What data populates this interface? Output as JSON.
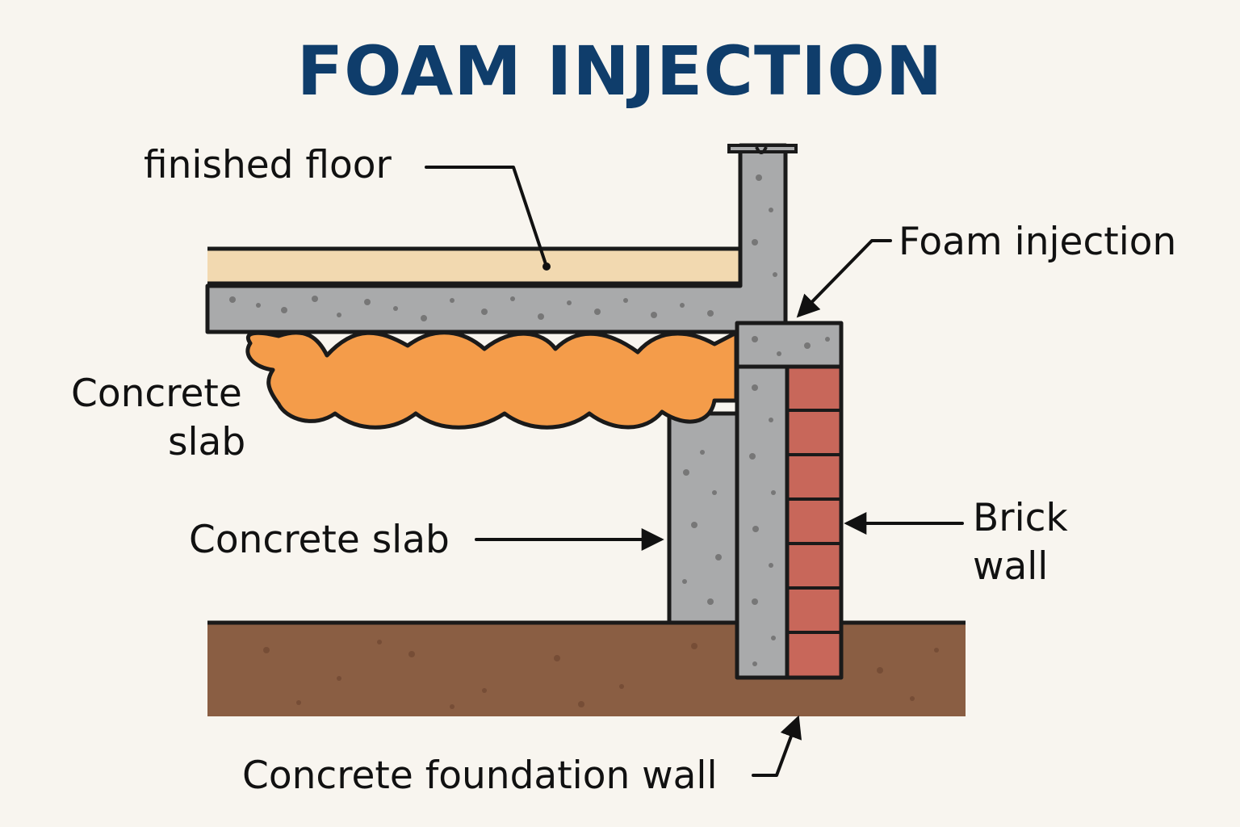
{
  "title": "FOAM INJECTION",
  "colors": {
    "title": "#0f3d6b",
    "background": "#f8f5ef",
    "finished_floor": "#f2d9b0",
    "concrete": "#a9aaab",
    "foam": "#f49c4a",
    "brick": "#c8675a",
    "soil": "#8a5e43",
    "outline": "#1a1a1a"
  },
  "labels": {
    "finished_floor": "finished floor",
    "foam_injection": "Foam injection",
    "concrete_slab_upper_line1": "Concrete",
    "concrete_slab_upper_line2": "slab",
    "concrete_slab": "Concrete slab",
    "brick_wall_line1": "Brick",
    "brick_wall_line2": "wall",
    "concrete_foundation_wall": "Concrete foundation wall"
  }
}
